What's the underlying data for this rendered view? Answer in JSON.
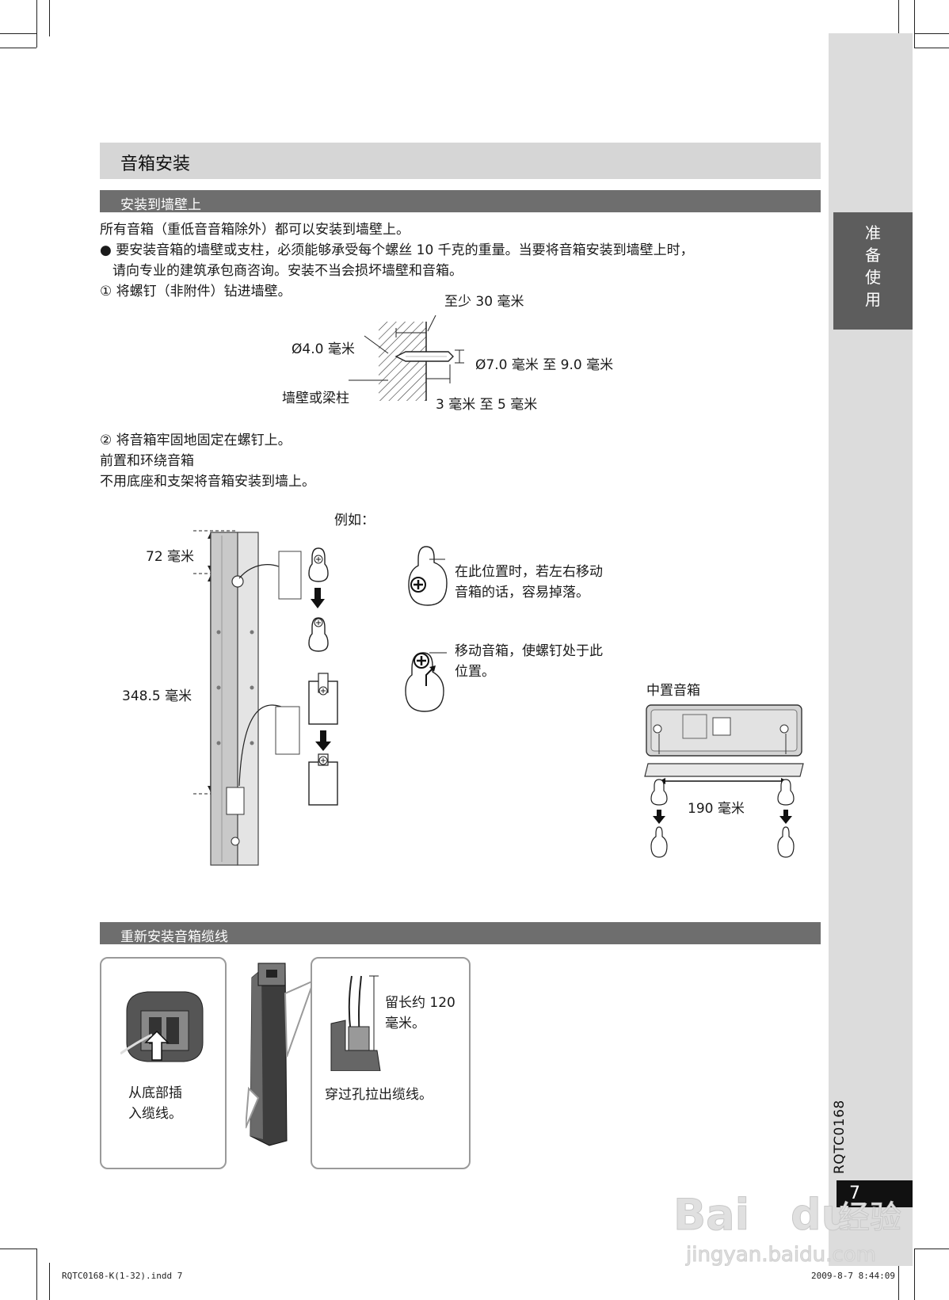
{
  "section_title": "音箱安装",
  "subsections": {
    "wall_mount": "安装到墙壁上",
    "recable": "重新安装音箱缆线"
  },
  "sidebar": {
    "tab_chars": [
      "准",
      "备",
      "使",
      "用"
    ],
    "doc_code": "RQTC0168",
    "page_number": "7"
  },
  "body": {
    "intro": "所有音箱（重低音音箱除外）都可以安装到墙壁上。",
    "bullet_line1": "● 要安装音箱的墙壁或支柱，必须能够承受每个螺丝 10 千克的重量。当要将音箱安装到墙壁上时，",
    "bullet_line2": "请向专业的建筑承包商咨询。安装不当会损坏墙壁和音箱。",
    "step1": "① 将螺钉（非附件）钻进墙壁。",
    "step2": "② 将音箱牢固地固定在螺钉上。",
    "front_surround_heading": "前置和环绕音箱",
    "front_surround_text": "不用底座和支架将音箱安装到墙上。",
    "example": "例如："
  },
  "screw_diagram": {
    "min_depth": "至少 30 毫米",
    "shaft_diameter": "Ø4.0 毫米",
    "head_diameter": "Ø7.0 毫米 至 9.0 毫米",
    "wall_label": "墙壁或梁柱",
    "gap": "3 毫米 至 5 毫米"
  },
  "speaker_diagram": {
    "top_offset": "72 毫米",
    "hole_spacing": "348.5 毫米",
    "note_fall": "在此位置时，若左右移动",
    "note_fall2": "音箱的话，容易掉落。",
    "note_move": "移动音箱，使螺钉处于此",
    "note_move2": "位置。",
    "center_heading": "中置音箱",
    "center_spacing": "190 毫米"
  },
  "cable": {
    "insert_line1": "从底部插",
    "insert_line2": "入缆线。",
    "leave_line1": "留长约 120",
    "leave_line2": "毫米。",
    "pull": "穿过孔拉出缆线。"
  },
  "footer": {
    "file": "RQTC0168-K(1-32).indd   7",
    "date": "2009-8-7   8:44:09"
  },
  "watermark": {
    "brand": "Bai",
    "brand2": "du",
    "cn": "经验",
    "url": "jingyan.baidu.com"
  },
  "colors": {
    "sidebar": "#dcdcdc",
    "tab": "#5d5d5d",
    "title_bar": "#d6d6d6",
    "sub_bar": "#6e6e6e"
  }
}
